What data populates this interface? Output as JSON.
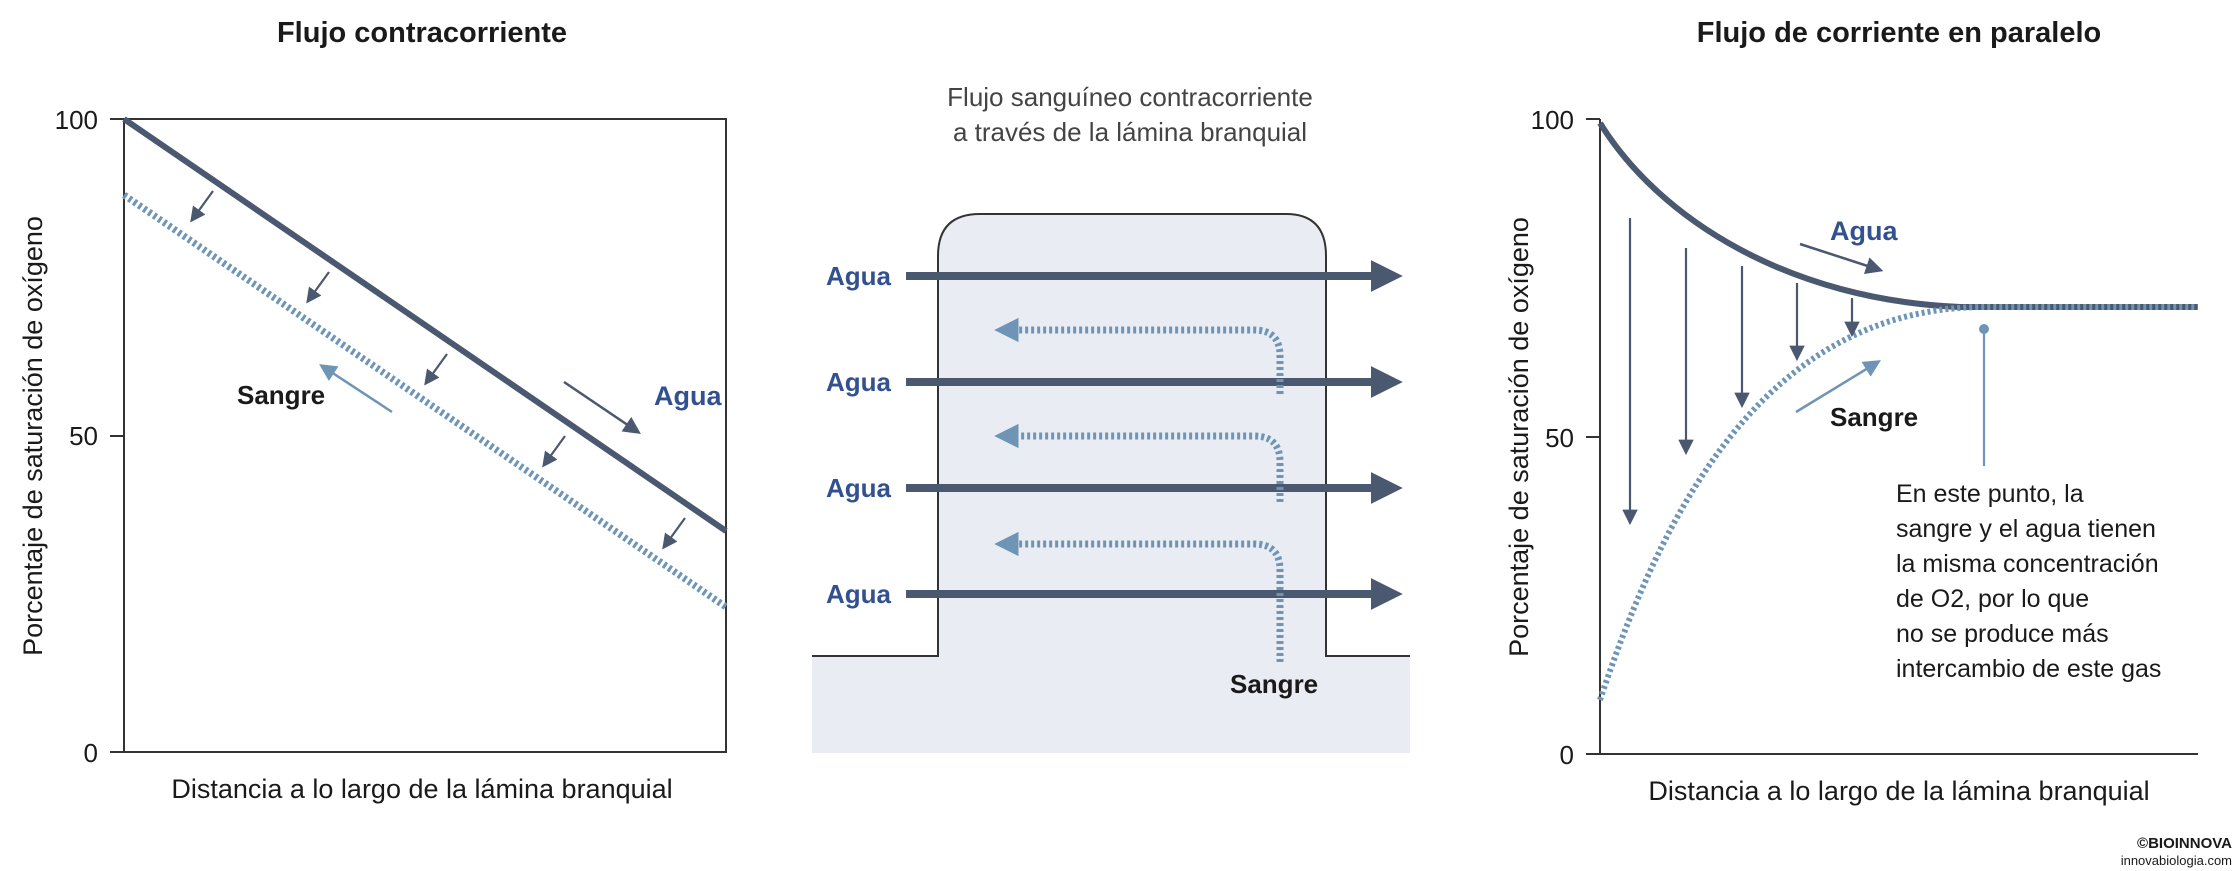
{
  "colors": {
    "water": "#4a5870",
    "blood": "#6f95b6",
    "water_label": "#34518f",
    "text": "#1a1a1a",
    "lamella_fill": "#e9edf3"
  },
  "left_panel": {
    "title": "Flujo contracorriente",
    "ylabel": "Porcentaje de saturación de oxígeno",
    "xlabel": "Distancia a lo largo de la lámina branquial",
    "ticks": [
      "100",
      "50",
      "0"
    ],
    "label_water": "Agua",
    "label_blood": "Sangre"
  },
  "center_panel": {
    "caption_line1": "Flujo sanguíneo contracorriente",
    "caption_line2": "a través de la lámina branquial",
    "water_labels": [
      "Agua",
      "Agua",
      "Agua",
      "Agua"
    ],
    "blood_label": "Sangre"
  },
  "right_panel": {
    "title": "Flujo de corriente en paralelo",
    "ylabel": "Porcentaje de saturación de oxígeno",
    "xlabel": "Distancia a lo largo de la lámina branquial",
    "ticks": [
      "100",
      "50",
      "0"
    ],
    "label_water": "Agua",
    "label_blood": "Sangre",
    "note_lines": [
      "En este punto, la",
      "sangre y el agua tienen",
      "la misma concentración",
      "de O2, por lo que",
      "no se produce más",
      "intercambio de este gas"
    ]
  },
  "credit": {
    "line1": "©BIOINNOVA",
    "line2": "innovabiologia.com"
  },
  "chart_data": [
    {
      "type": "line",
      "title": "Flujo contracorriente",
      "xlabel": "Distancia a lo largo de la lámina branquial",
      "ylabel": "Porcentaje de saturación de oxígeno",
      "ylim": [
        0,
        100
      ],
      "yticks": [
        0,
        50,
        100
      ],
      "x": [
        0,
        1
      ],
      "series": [
        {
          "name": "Agua",
          "values": [
            100,
            35
          ],
          "style": "solid"
        },
        {
          "name": "Sangre",
          "values": [
            88,
            23
          ],
          "style": "dotted"
        }
      ]
    },
    {
      "type": "line",
      "title": "Flujo de corriente en paralelo",
      "xlabel": "Distancia a lo largo de la lámina branquial",
      "ylabel": "Porcentaje de saturación de oxígeno",
      "ylim": [
        0,
        100
      ],
      "yticks": [
        0,
        50,
        100
      ],
      "x": [
        0,
        0.1,
        0.2,
        0.3,
        0.4,
        0.5,
        0.6,
        0.7,
        0.8,
        0.9,
        1
      ],
      "series": [
        {
          "name": "Agua",
          "values": [
            100,
            89,
            82,
            77,
            74,
            72,
            71,
            70.5,
            70,
            70,
            70
          ],
          "style": "solid"
        },
        {
          "name": "Sangre",
          "values": [
            9,
            36,
            50,
            59,
            65,
            68,
            69.5,
            70,
            70,
            70,
            70
          ],
          "style": "dotted"
        }
      ]
    }
  ]
}
